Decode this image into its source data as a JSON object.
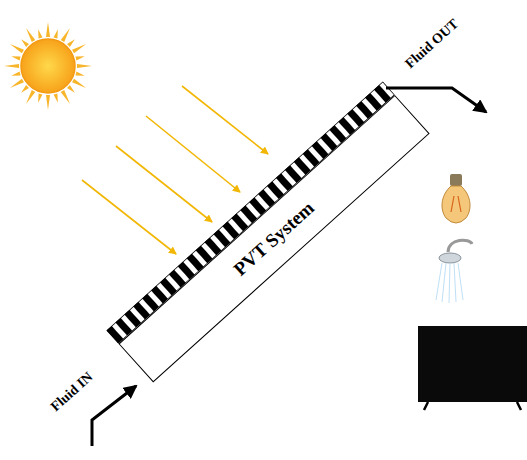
{
  "diagram": {
    "nodes": [
      {
        "text": [
          "PVT System"
        ]
      }
    ],
    "labels": [
      "Fluid IN",
      "Fluid OUT"
    ]
  }
}
